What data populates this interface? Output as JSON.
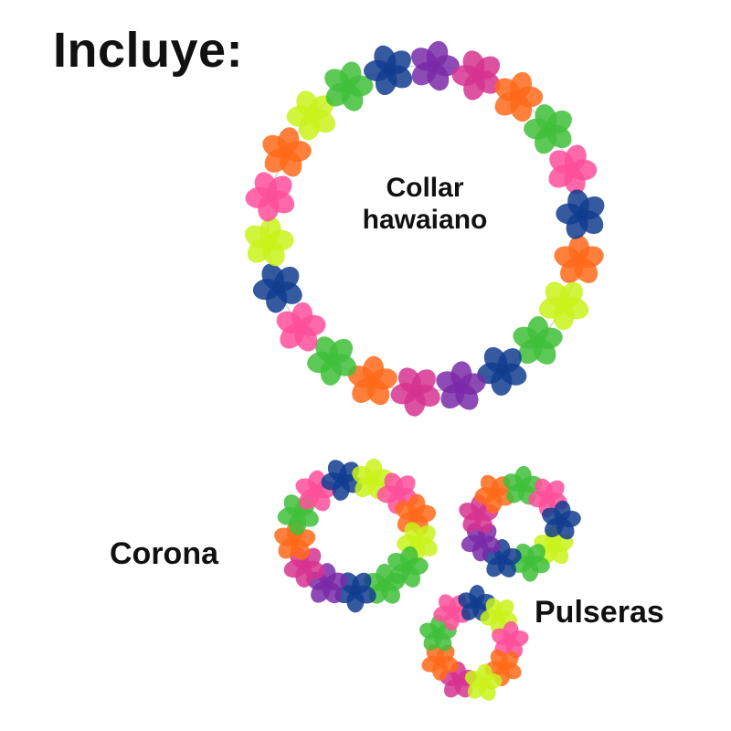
{
  "header": {
    "title": "Incluye:"
  },
  "labels": {
    "collar": [
      "Collar",
      "hawaiano"
    ],
    "corona": "Corona",
    "pulseras": "Pulseras"
  },
  "palette": {
    "pink": "#ff4f9a",
    "orange": "#ff6a1a",
    "yellow": "#c9f21a",
    "green": "#3fbf3a",
    "blue": "#123d8f",
    "purple": "#7a2aa8",
    "magenta": "#d6338f",
    "string": "#d8dde2"
  }
}
